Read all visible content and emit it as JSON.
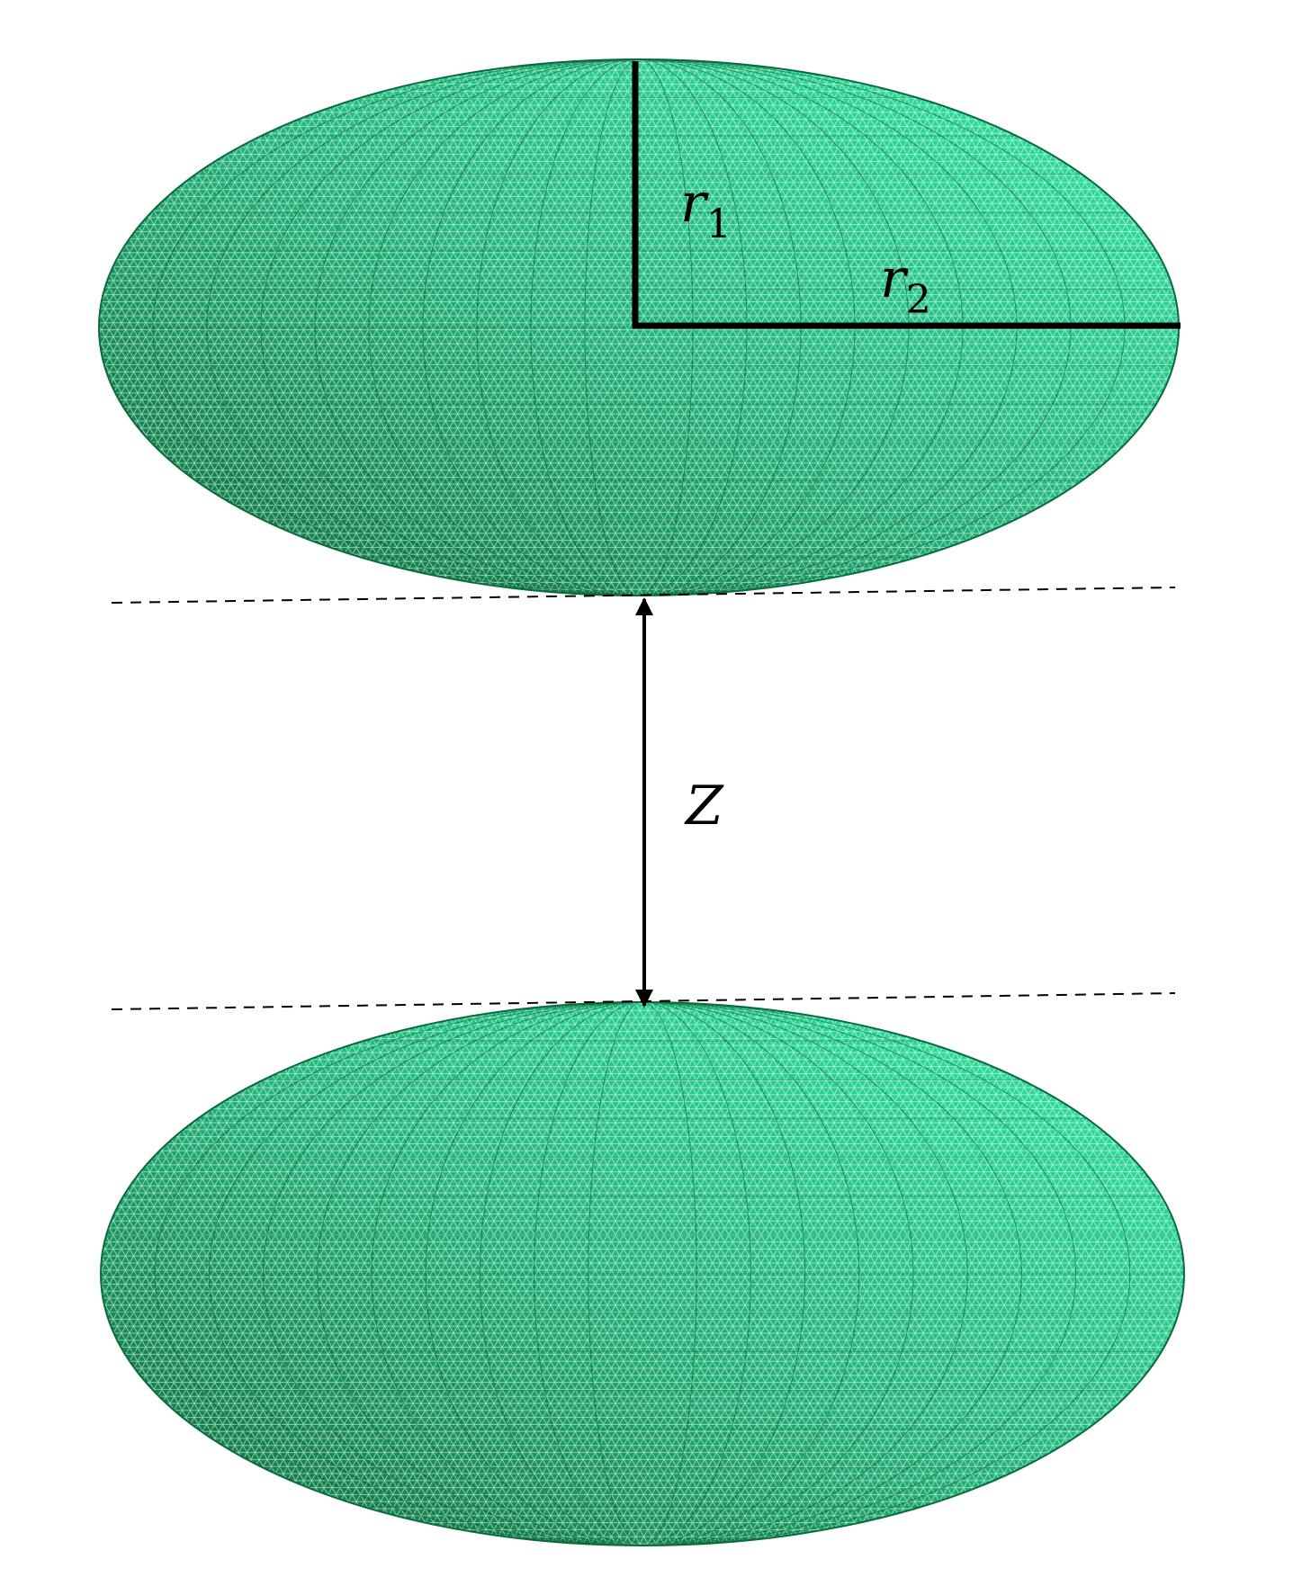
{
  "labels": {
    "r1_main": "r",
    "r1_sub": "1",
    "r2_main": "r",
    "r2_sub": "2",
    "z": "Z"
  },
  "colors": {
    "mesh_light": "#2ee8a6",
    "mesh_dark": "#0b6a3a",
    "annotation": "#000000"
  }
}
